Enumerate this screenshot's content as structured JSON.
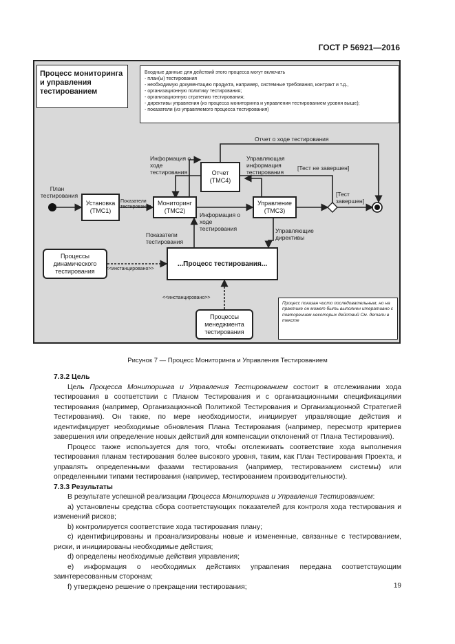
{
  "header": {
    "standard": "ГОСТ Р 56921—2016"
  },
  "figure": {
    "title": "Процесс мониторинга и управления тестированием",
    "inputs": [
      "Входные данные для действий этого процесса могут включать",
      "- план(ы) тестирования",
      "- необходимую документацию продукта, например, системные требования, контракт и т.д.,",
      "- организационную политику тестирования;",
      "- организационную стратегию тестирования;",
      "- директивы управления (из процесса мониторинга и управления тестированием уровня выше);",
      "- показатели (из управляемого процесса тестирования)"
    ],
    "nodes": {
      "setup": "Установка (ТМС1)",
      "monitoring": "Мониторинг (ТМС2)",
      "control": "Управление (ТМС3)",
      "report": "Отчет (ТМС4)",
      "test_process": "...Процесс тестирования...",
      "dynamic": "Процессы динамического тестирования",
      "management": "Процессы менеджмента тестирования"
    },
    "labels": {
      "test_plan": "План тестирования",
      "metrics_small": "Показатели тестирования",
      "progress_report": "Отчет о ходе тестирования",
      "info_progress_top": "Информация о ходе тестирования",
      "control_info": "Управляющая информация тестирования",
      "not_completed": "[Тест не завершен]",
      "completed": "[Тест завершен]",
      "info_progress_mid": "Информация о ходе тестирования",
      "metrics": "Показатели тестирования",
      "control_directives": "Управляющие директивы",
      "instantiated_left": "<<инстанцировано>>",
      "instantiated_bottom": "<<инстанцировано>>"
    },
    "note": "Процесс показан чисто последовательным, но на практике он может быть выполнен итеративно с повторением некоторых действий См. детали в тексте"
  },
  "caption": "Рисунок 7 — Процесс Мониторинга и Управления Тестированием",
  "sections": {
    "s732_title": "7.3.2 Цель",
    "p1_pre": "Цель ",
    "p1_em": "Процесса Мониторинга и Управления Тестированием",
    "p1_post": " состоит в отслеживании хода тестирования в соответствии с Планом Тестирования и с организационными спецификациями тестирования (например, Организационной Политикой Тестирования и Организационной Стратегией Тестирования). Он также, по мере необходимости, инициирует управляющие действия и идентифицирует необходимые обновления Плана Тестирования (например, пересмотр критериев завершения или определение новых действий для компенсации отклонений от Плана Тестирования).",
    "p2": "Процесс также используется для того, чтобы отслеживать соответствие хода выполнения тестирования планам тестирования более высокого уровня, таким, как План Тестирования Проекта, и управлять определенными фазами тестирования (например, тестированием системы) или определенными типами тестирования (например, тестированием производительности).",
    "s733_title": "7.3.3 Результаты",
    "p3_pre": "В результате успешной реализации ",
    "p3_em": "Процесса Мониторинга и Управления Тестированием",
    "p3_post": ":",
    "items": [
      "a) установлены средства сбора соответствующих показателей для контроля хода тестирования и изменений рисков;",
      "b) контролируется соответствие хода твстирования плану;",
      "c) идентифицированы и проанализированы новые и измененные, связанные с тестированием, риски, и инициированы необходимые действия;",
      "d) определены необходимые действия управления;",
      "e) информация о необходимых действиях управления передана соответствующим заинтересованным сторонам;",
      "f) утверждено решение о прекращении тестирования;"
    ]
  },
  "page_number": "19"
}
